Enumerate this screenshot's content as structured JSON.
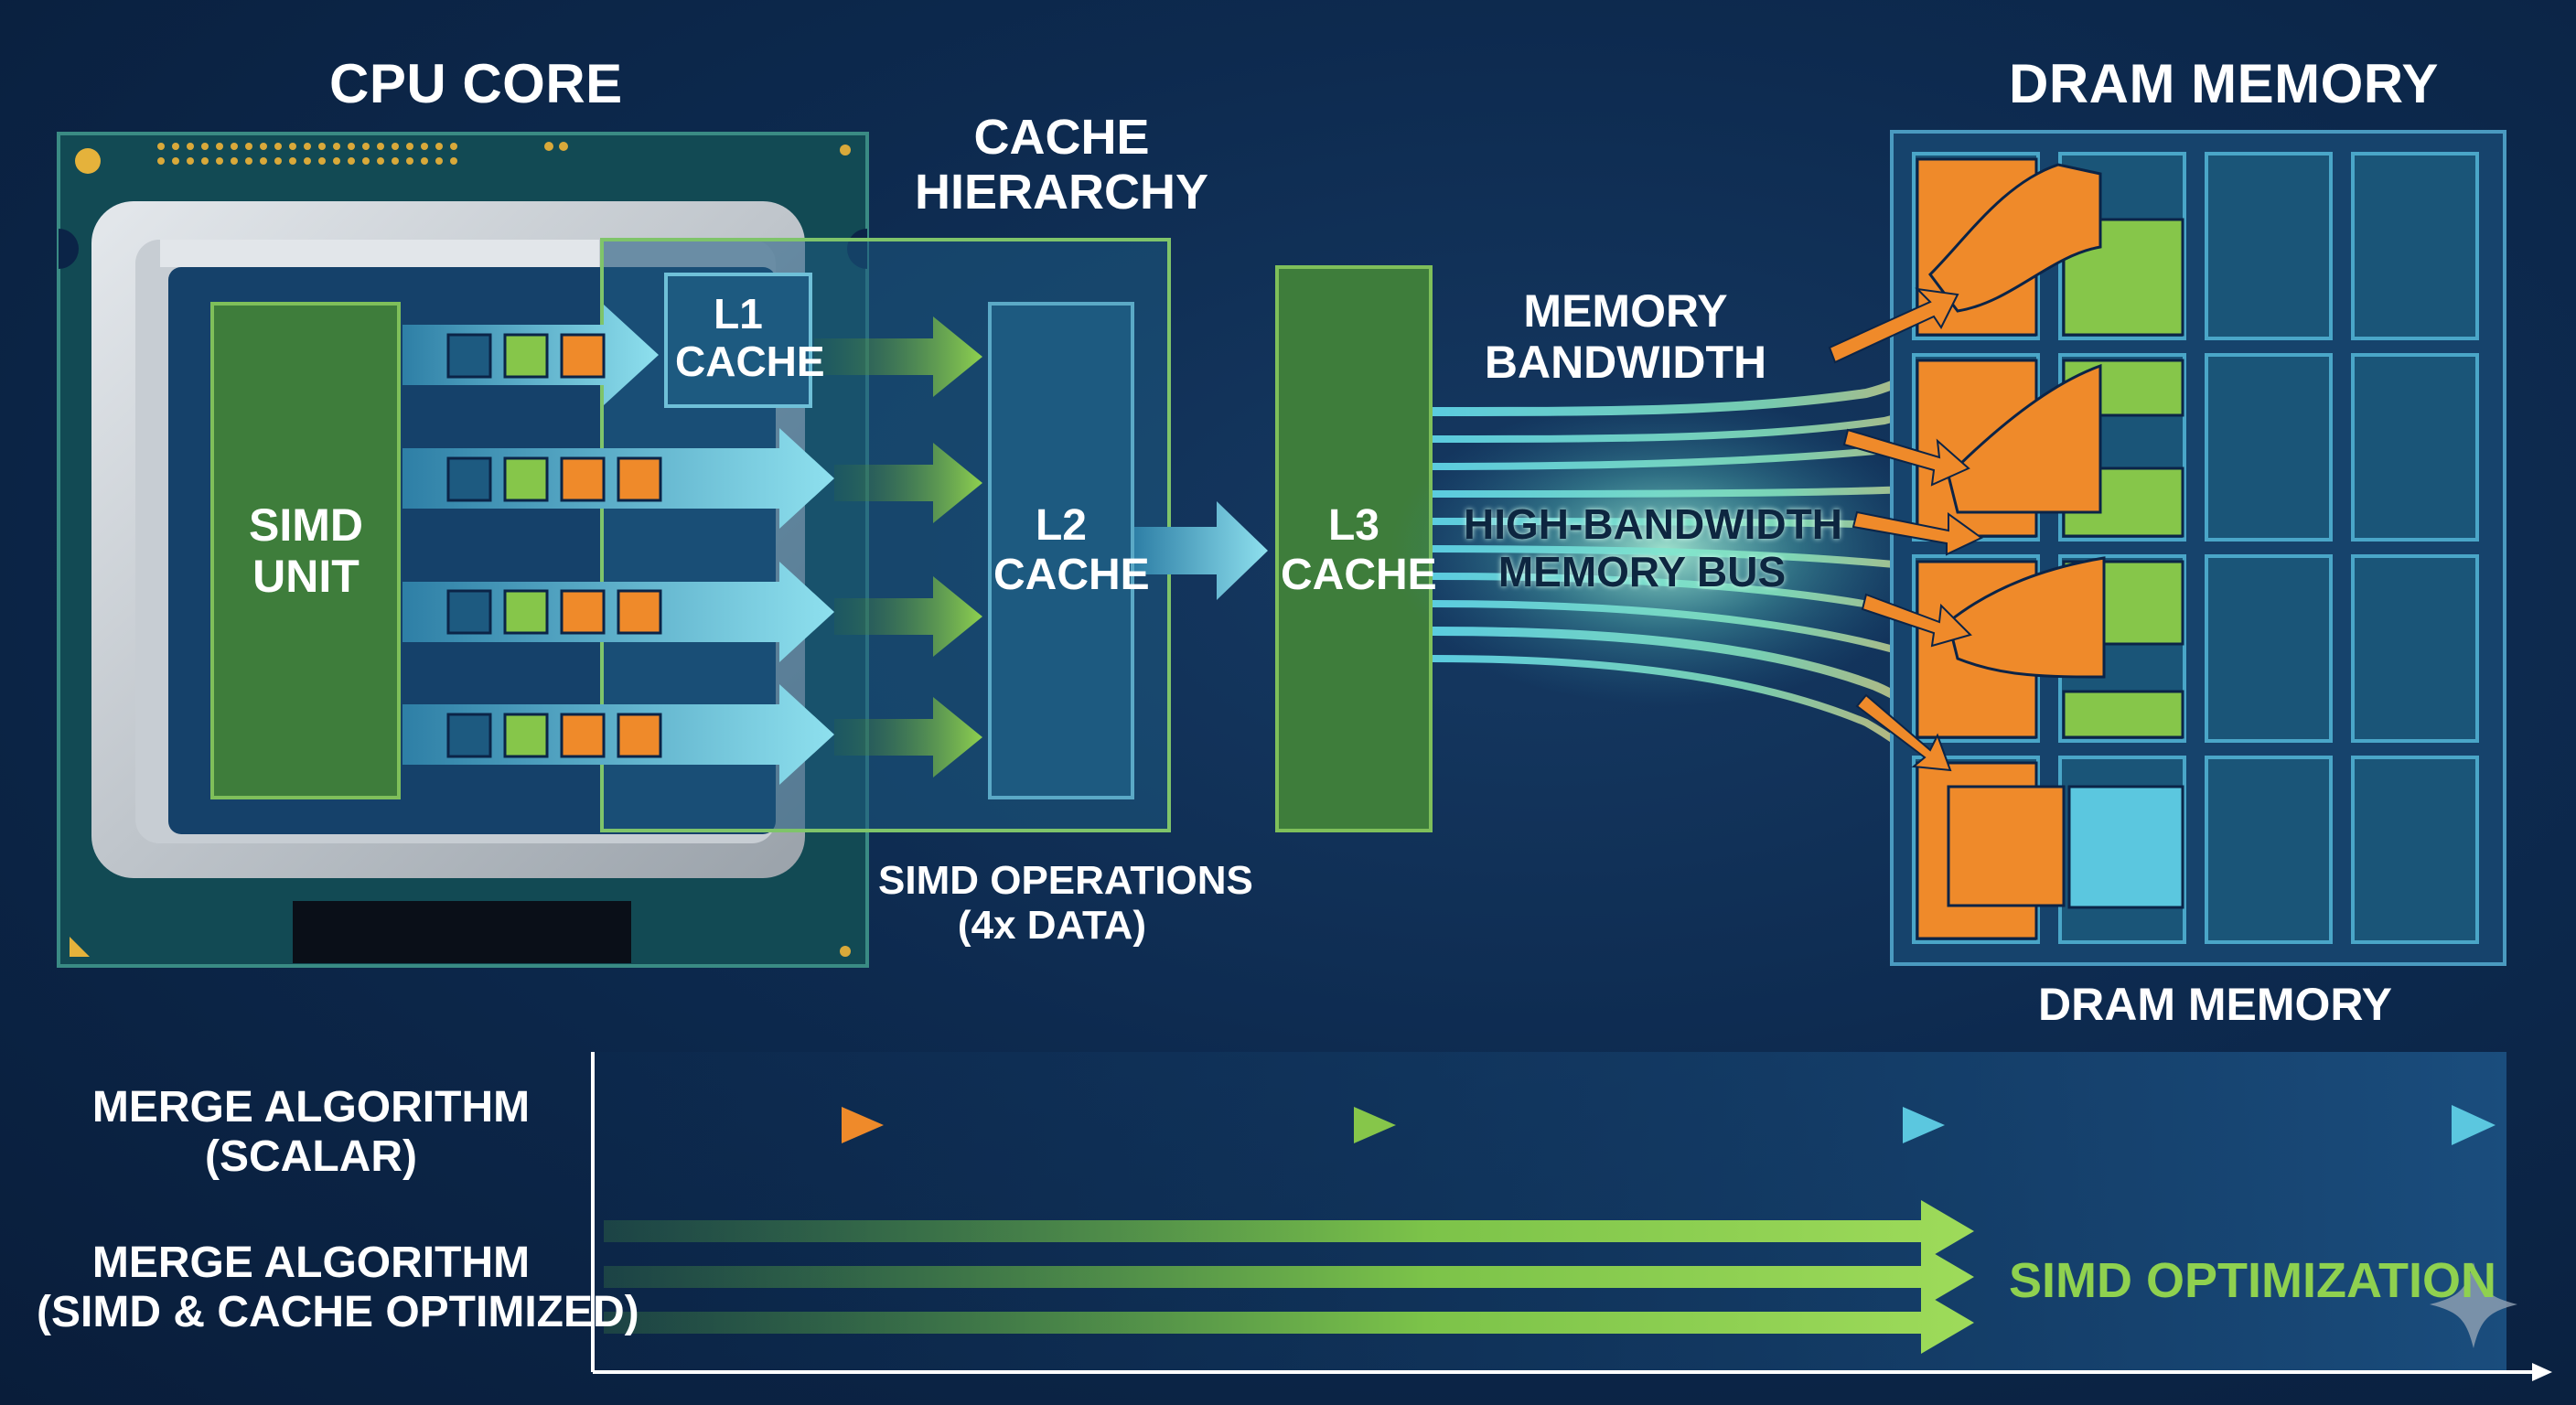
{
  "labels": {
    "cpu_core": "CPU CORE",
    "cache_hierarchy_1": "CACHE",
    "cache_hierarchy_2": "HIERARCHY",
    "dram_memory_top": "DRAM MEMORY",
    "dram_memory_bottom": "DRAM MEMORY",
    "simd_unit_1": "SIMD",
    "simd_unit_2": "UNIT",
    "l1_cache_1": "L1",
    "l1_cache_2": "CACHE",
    "l2_cache_1": "L2",
    "l2_cache_2": "CACHE",
    "l3_cache_1": "L3",
    "l3_cache_2": "CACHE",
    "memory_bandwidth_1": "MEMORY",
    "memory_bandwidth_2": "BANDWIDTH",
    "memory_bus_1": "HIGH-BANDWIDTH",
    "memory_bus_2": "MEMORY BUS",
    "simd_ops_1": "SIMD OPERATIONS",
    "simd_ops_2": "(4x DATA)",
    "merge_scalar_1": "MERGE ALGORITHM",
    "merge_scalar_2": "(SCALAR)",
    "merge_simd_1": "MERGE ALGORITHM",
    "merge_simd_2": "(SIMD & CACHE OPTIMIZED)",
    "simd_optimization": "SIMD OPTIMIZATION"
  },
  "colors": {
    "background": "#0b2447",
    "simd_green": "#3e7d3b",
    "cache_blue": "#1d5a80",
    "data_orange": "#ef8a2a",
    "data_green": "#86c64a",
    "data_cyan": "#5bc7df",
    "accent_green_text": "#8fd14f"
  },
  "icons": [
    "cpu-chip-icon",
    "sparkle-icon"
  ]
}
